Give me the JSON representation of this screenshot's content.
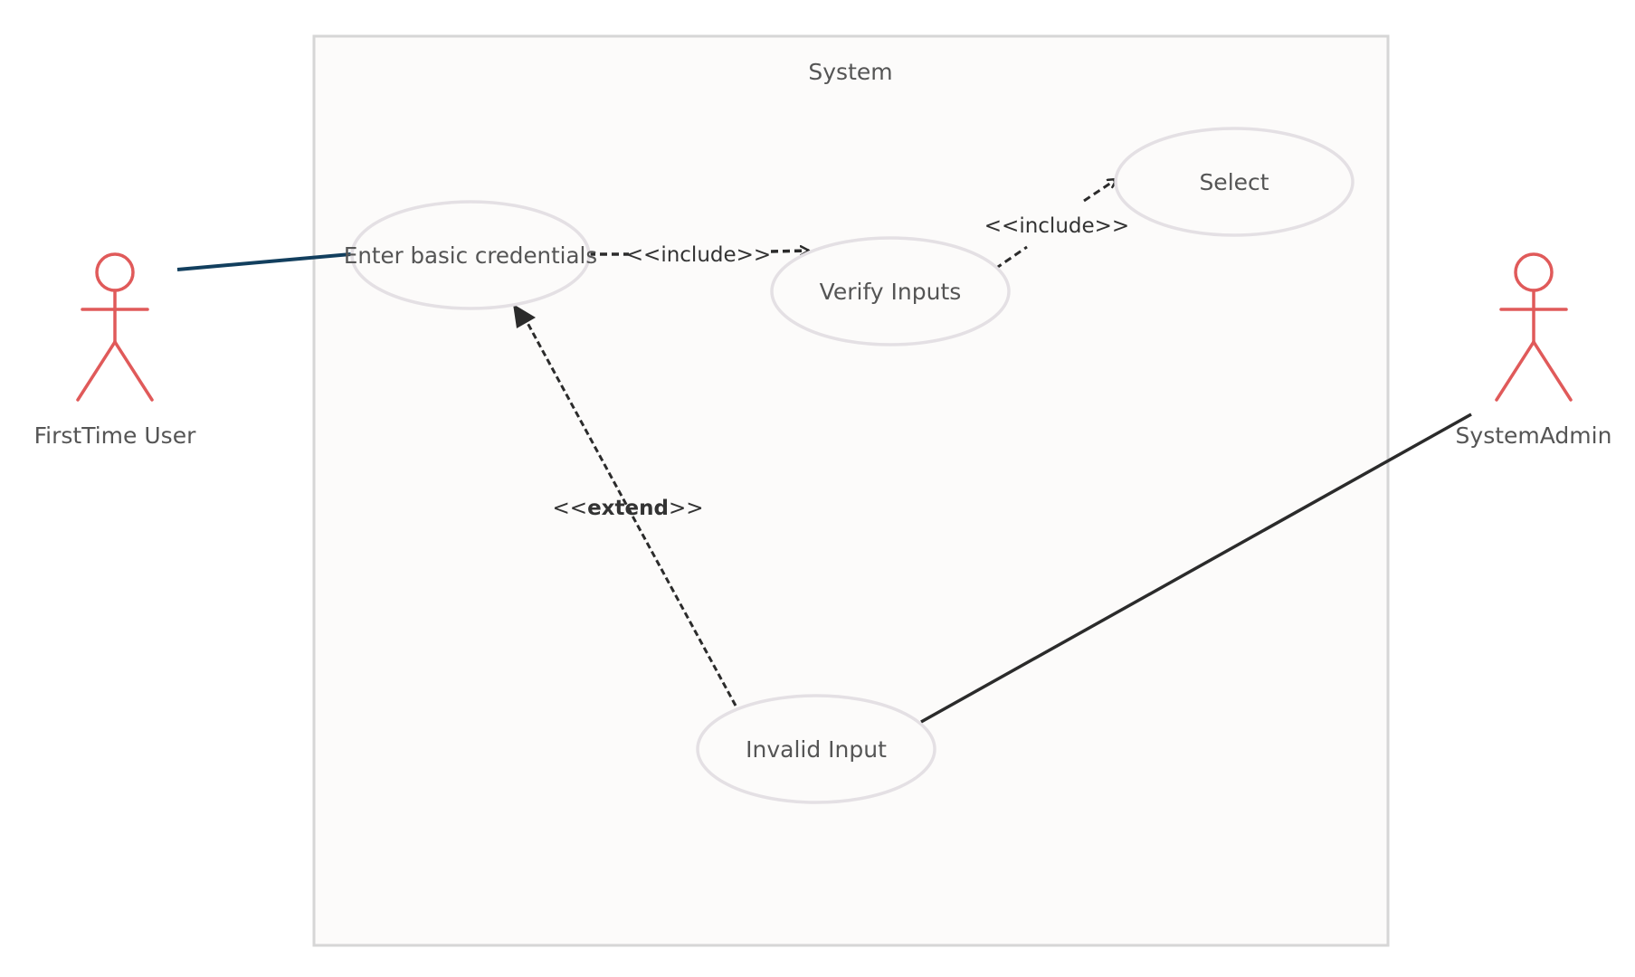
{
  "diagram": {
    "system_label": "System",
    "colors": {
      "actor": "#e05a5a",
      "ellipse_stroke": "#e4e0e4",
      "system_fill": "#fcfbfa",
      "system_stroke": "#d6d6d6",
      "association_user": "#123f5e",
      "association_admin": "#2b2b2b",
      "dependency": "#2b2b2b",
      "use_case_text": "#555555",
      "label_text": "#333333"
    },
    "actors": [
      {
        "id": "first-time-user",
        "label": "FirstTime User",
        "icon": "stick-figure-icon"
      },
      {
        "id": "system-admin",
        "label": "SystemAdmin",
        "icon": "stick-figure-icon"
      }
    ],
    "use_cases": [
      {
        "id": "enter-basic-credentials",
        "label": "Enter basic credentials"
      },
      {
        "id": "verify-inputs",
        "label": "Verify Inputs"
      },
      {
        "id": "select",
        "label": "Select"
      },
      {
        "id": "invalid-input",
        "label": "Invalid Input"
      }
    ],
    "relations": [
      {
        "from": "first-time-user",
        "to": "enter-basic-credentials",
        "type": "association",
        "label": ""
      },
      {
        "from": "enter-basic-credentials",
        "to": "verify-inputs",
        "type": "include",
        "label": "<<include>>"
      },
      {
        "from": "verify-inputs",
        "to": "select",
        "type": "include",
        "label": "<<include>>"
      },
      {
        "from": "invalid-input",
        "to": "enter-basic-credentials",
        "type": "extend",
        "label_prefix": "<<",
        "label_keyword": "extend",
        "label_suffix": ">>"
      },
      {
        "from": "system-admin",
        "to": "invalid-input",
        "type": "association",
        "label": ""
      }
    ]
  }
}
